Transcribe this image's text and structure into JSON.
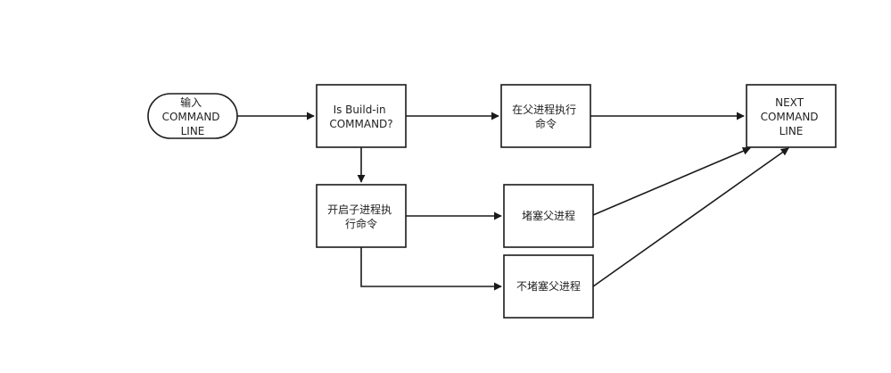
{
  "diagram": {
    "line_color": "#1a1a1a",
    "background": "#ffffff",
    "nodes": {
      "input_command": {
        "shape": "rounded-terminal",
        "lines": [
          "输入",
          "COMMAND",
          "LINE"
        ]
      },
      "is_builtin": {
        "shape": "rect",
        "lines": [
          "Is Build-in",
          "COMMAND?"
        ]
      },
      "exec_in_parent": {
        "shape": "rect",
        "lines": [
          "在父进程执行",
          "命令"
        ]
      },
      "next_command": {
        "shape": "rect",
        "lines": [
          "NEXT",
          "COMMAND",
          "LINE"
        ]
      },
      "fork_child": {
        "shape": "rect",
        "lines": [
          "开启子进程执",
          "行命令"
        ]
      },
      "block_parent": {
        "shape": "rect",
        "lines": [
          "堵塞父进程"
        ]
      },
      "nonblock_parent": {
        "shape": "rect",
        "lines": [
          "不堵塞父进程"
        ]
      }
    },
    "edges": [
      {
        "from": "input_command",
        "to": "is_builtin"
      },
      {
        "from": "is_builtin",
        "to": "exec_in_parent"
      },
      {
        "from": "exec_in_parent",
        "to": "next_command"
      },
      {
        "from": "is_builtin",
        "to": "fork_child"
      },
      {
        "from": "fork_child",
        "to": "block_parent"
      },
      {
        "from": "fork_child",
        "to": "nonblock_parent"
      },
      {
        "from": "block_parent",
        "to": "next_command"
      },
      {
        "from": "nonblock_parent",
        "to": "next_command"
      }
    ]
  }
}
